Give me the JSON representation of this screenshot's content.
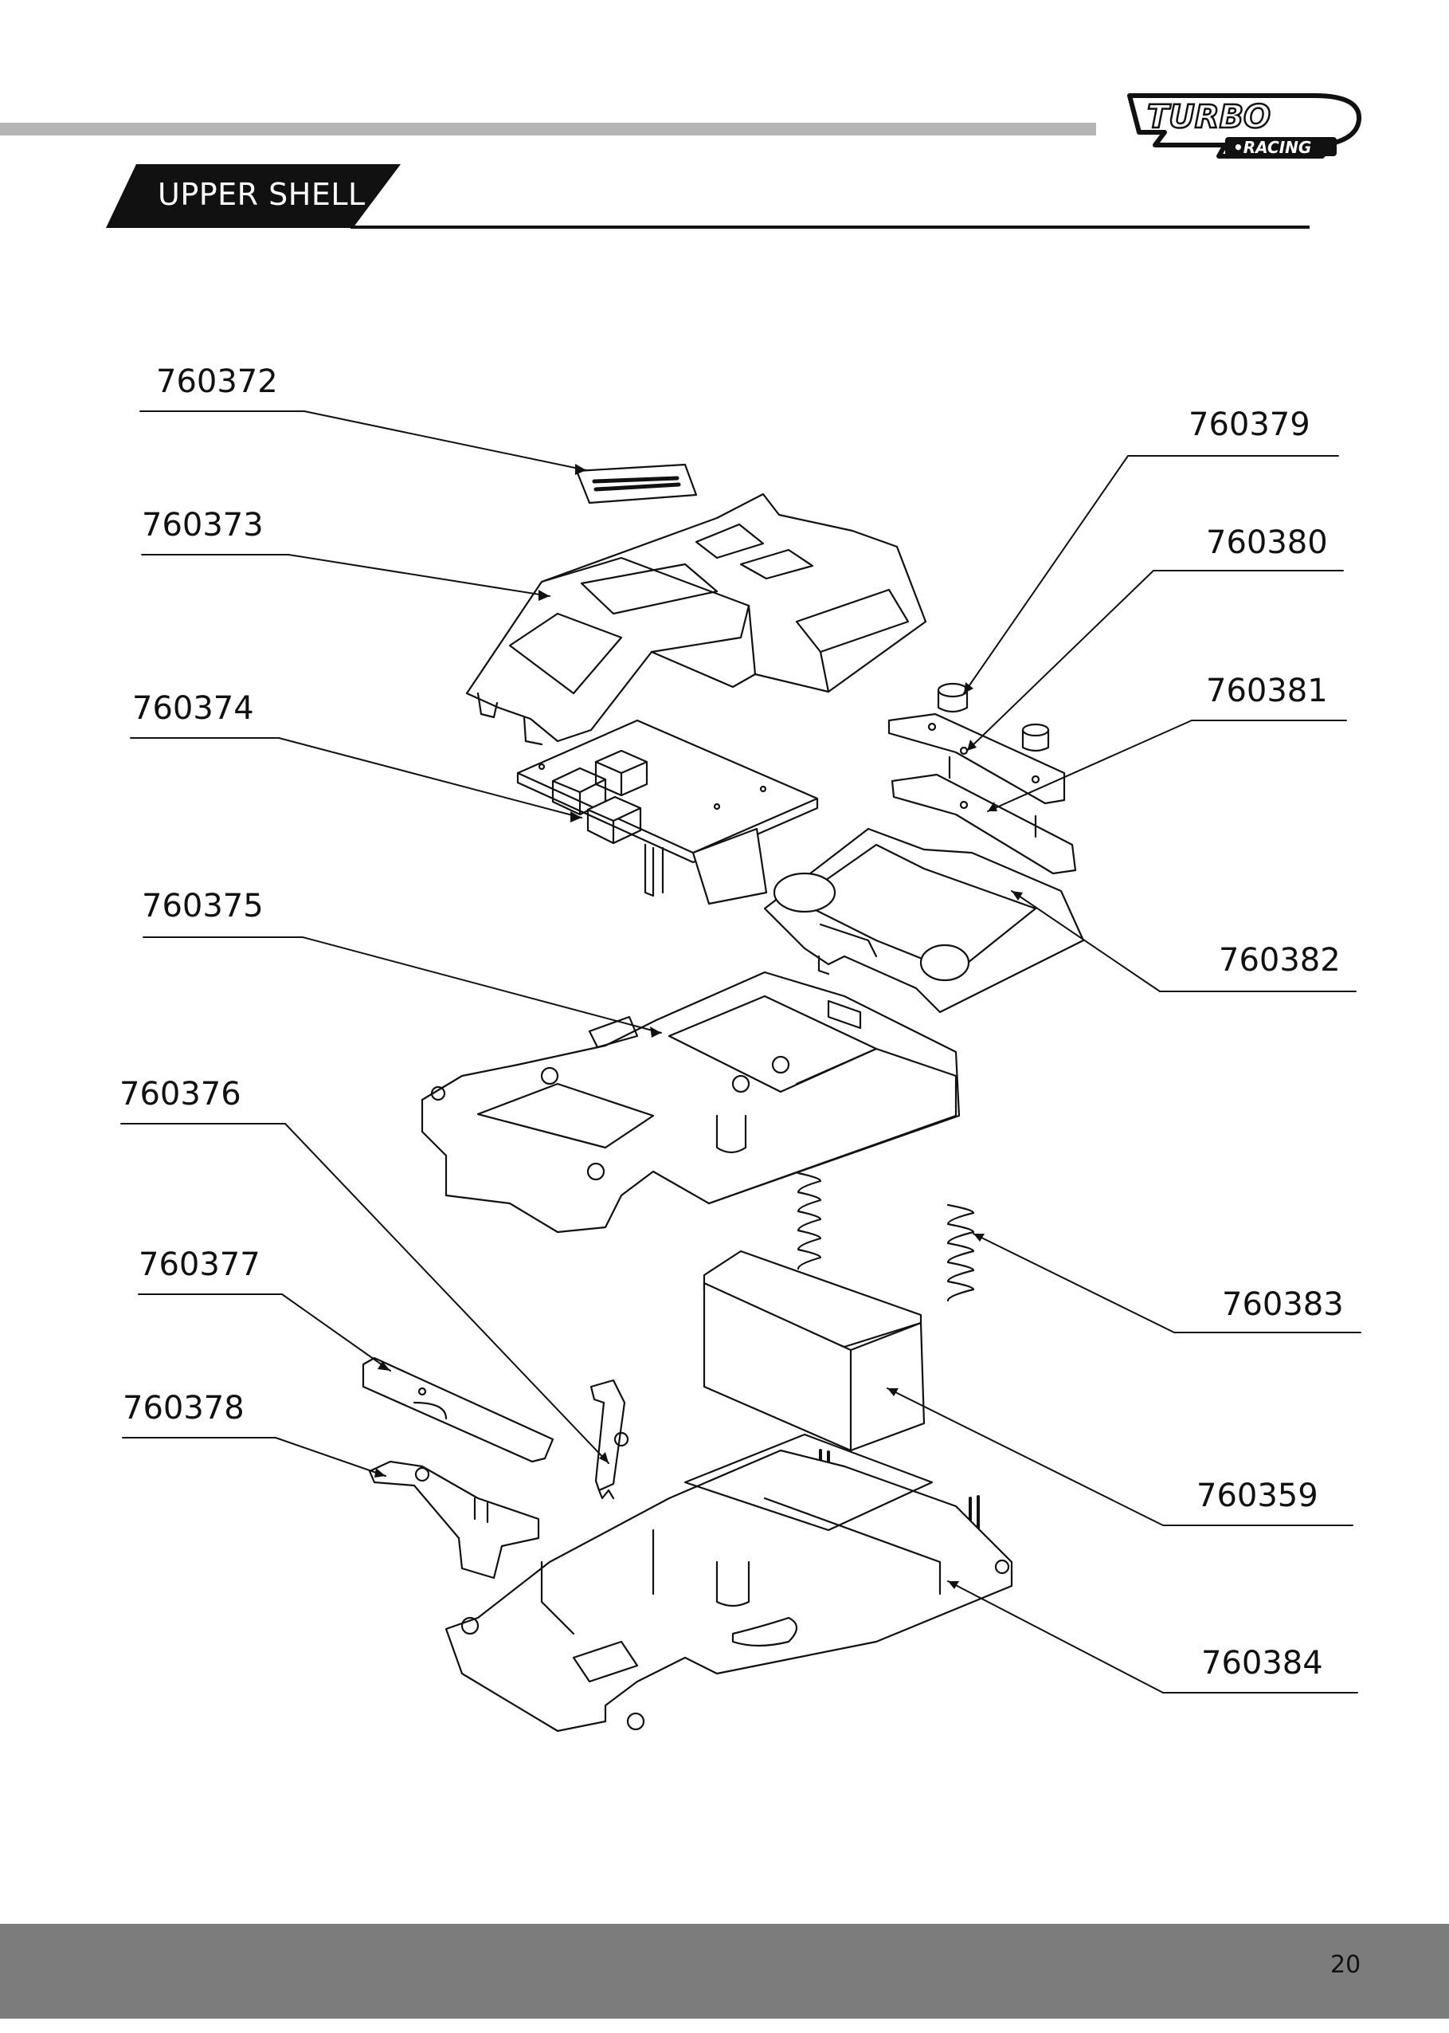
{
  "brand": {
    "logo_line1": "TURBO",
    "logo_line2": "•RACING"
  },
  "section": {
    "title": "UPPER SHELL"
  },
  "parts": [
    {
      "id": "760372"
    },
    {
      "id": "760373"
    },
    {
      "id": "760374"
    },
    {
      "id": "760375"
    },
    {
      "id": "760376"
    },
    {
      "id": "760377"
    },
    {
      "id": "760378"
    },
    {
      "id": "760379"
    },
    {
      "id": "760380"
    },
    {
      "id": "760381"
    },
    {
      "id": "760382"
    },
    {
      "id": "760383"
    },
    {
      "id": "760359"
    },
    {
      "id": "760384"
    }
  ],
  "footer": {
    "page_number": "20"
  }
}
